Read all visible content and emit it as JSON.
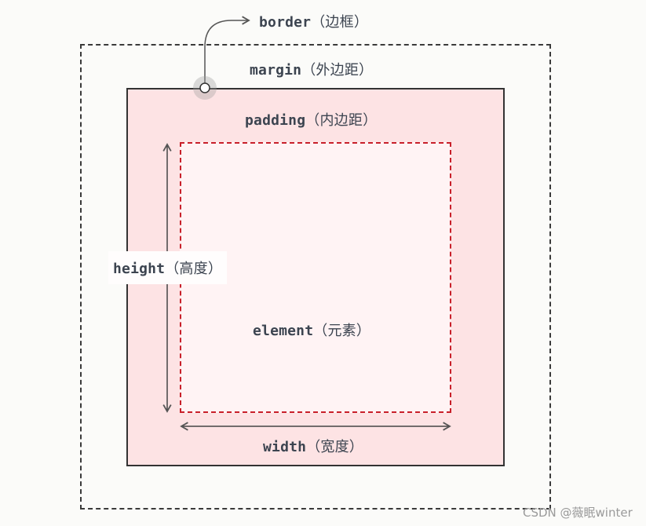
{
  "labels": {
    "border": "border",
    "border_cn": "（边框）",
    "margin": "margin",
    "margin_cn": "（外边距）",
    "padding": "padding",
    "padding_cn": "（内边距）",
    "height": "height",
    "height_cn": "（高度）",
    "element": "element",
    "element_cn": "（元素）",
    "width": "width",
    "width_cn": "（宽度）"
  },
  "watermark": "CSDN @薇眠winter",
  "colors": {
    "border_fill": "#fde3e4",
    "element_fill": "#fff3f4",
    "element_dashed": "#c8202a",
    "text": "#3c4450",
    "lines": "#333333"
  }
}
